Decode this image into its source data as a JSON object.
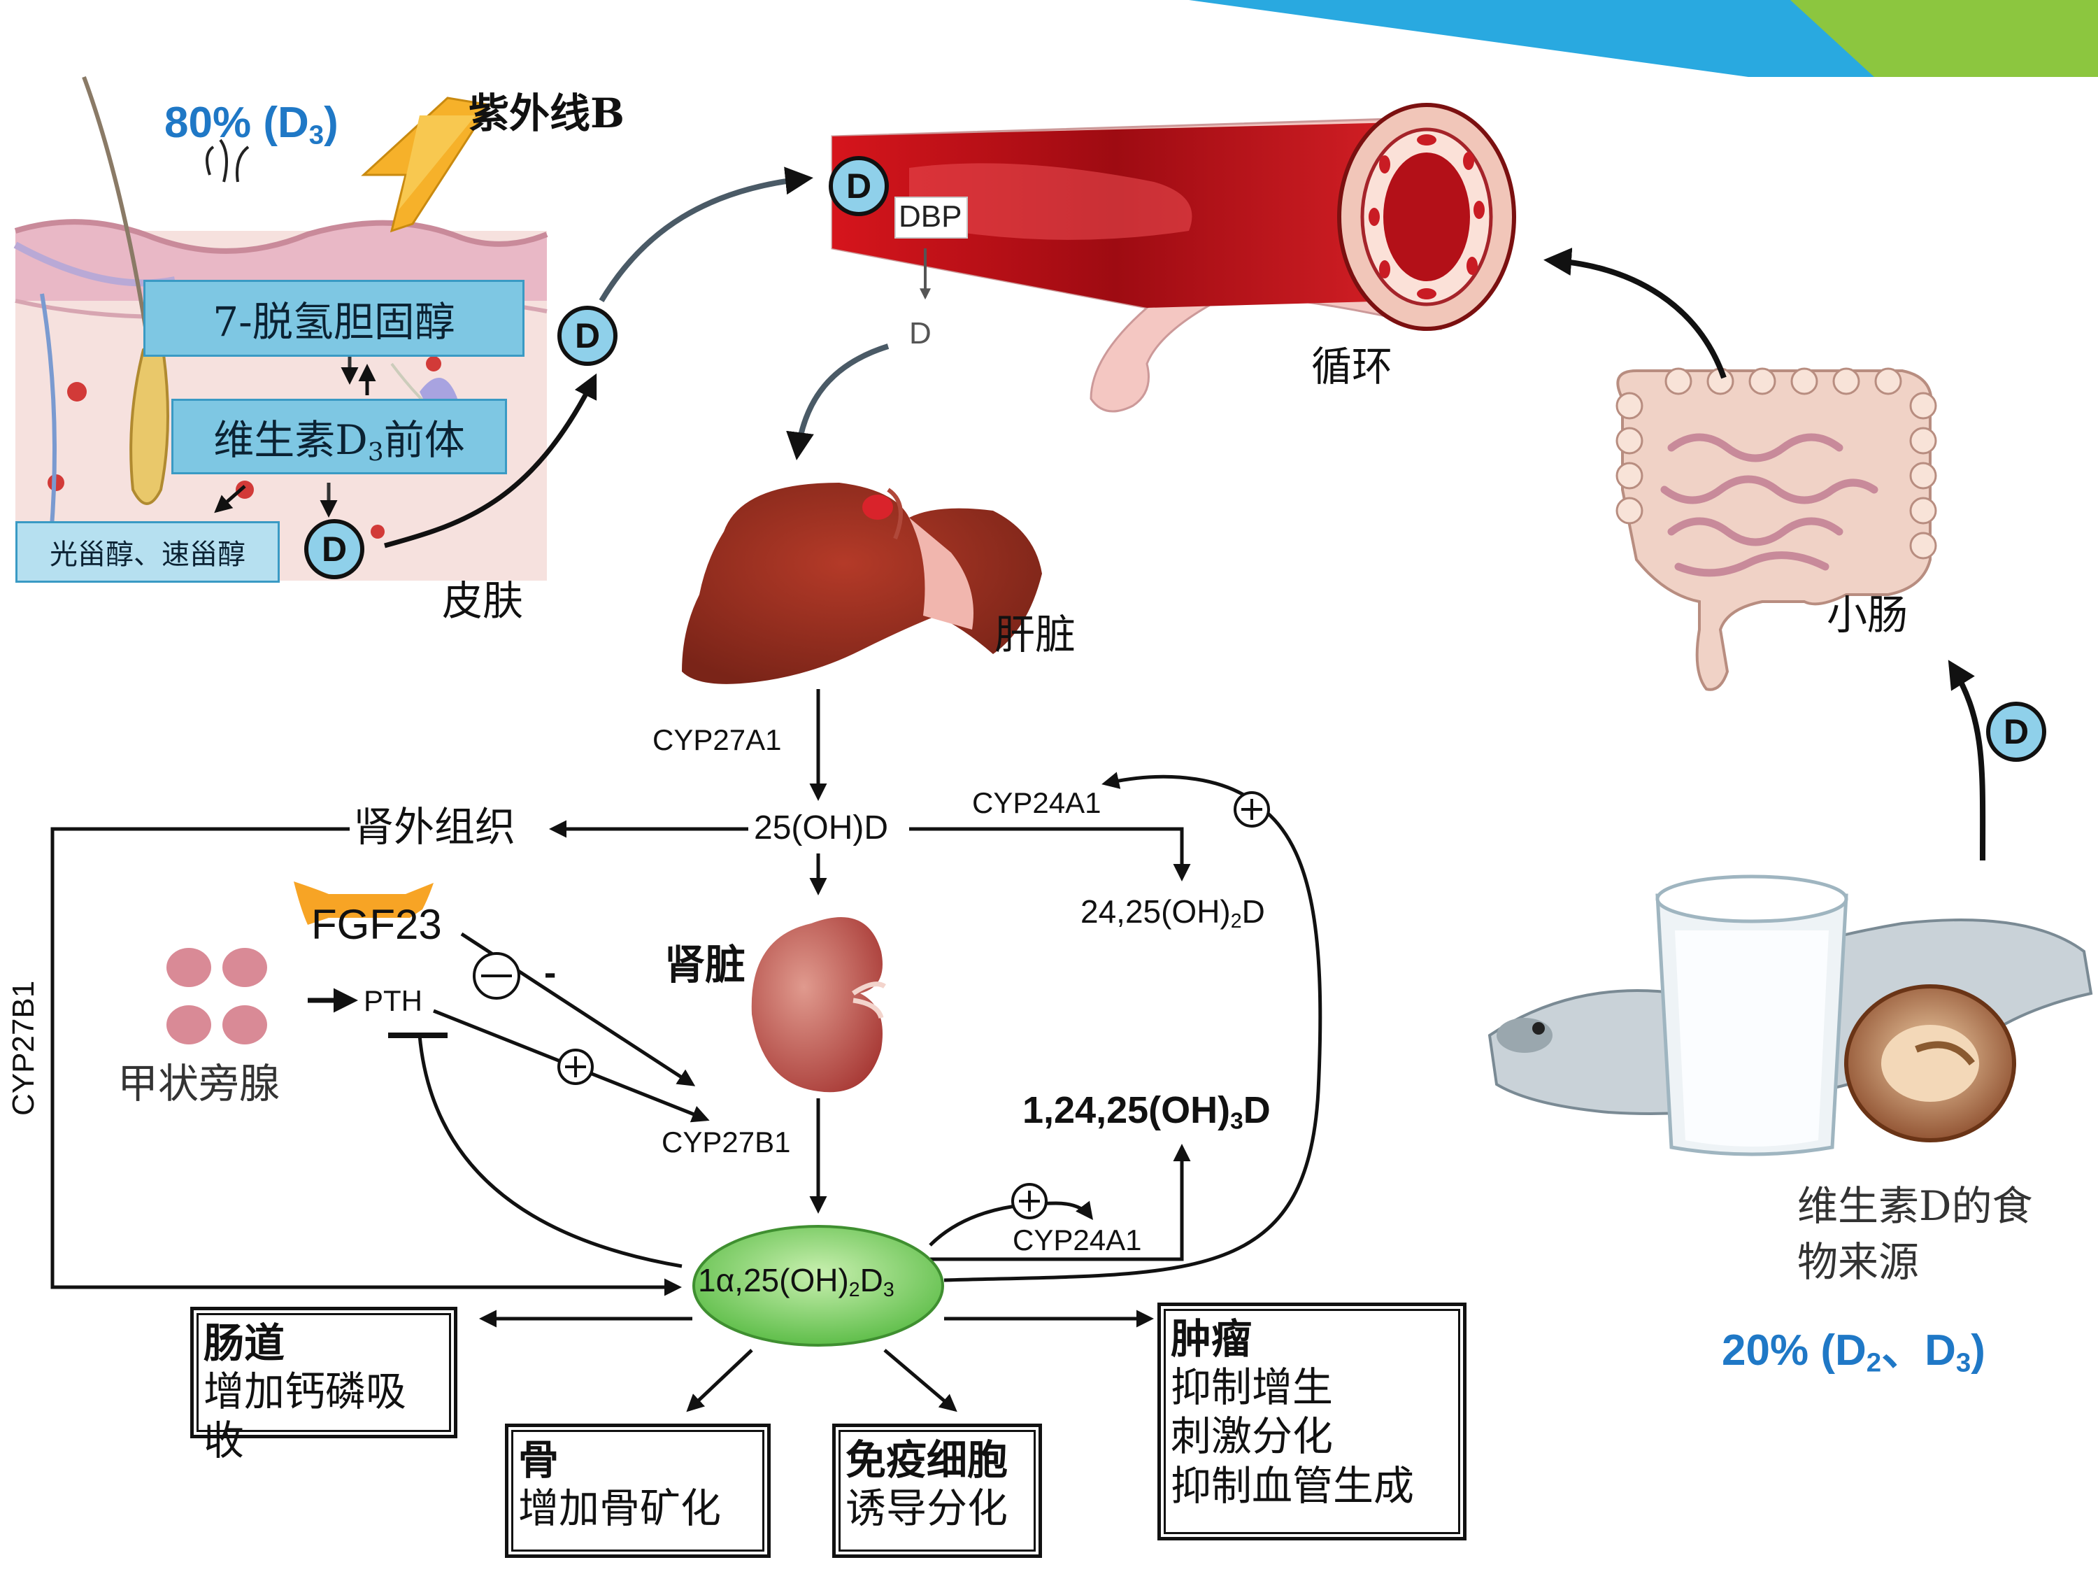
{
  "skin": {
    "uv_label": "紫外线B",
    "percent_prefix": "80% (D",
    "percent_sub": "3",
    "percent_suffix": ")",
    "dehydro": "7-脱氢胆固醇",
    "previt_a": "维生素D",
    "previt_sub": "3",
    "previt_b": "前体",
    "lumi": "光甾醇、速甾醇",
    "label": "皮肤"
  },
  "circulation": {
    "dbp": "DBP",
    "d_small": "D",
    "label": "循环"
  },
  "d_ball": "D",
  "liver": {
    "label": "肝脏",
    "enzyme": "CYP27A1"
  },
  "metabolites": {
    "oh25": "25(OH)D",
    "oh2425_a": "24,25(OH)",
    "oh2425_sub": "2",
    "oh2425_b": "D",
    "oh12425_a": "1,24,25(OH)",
    "oh12425_sub": "3",
    "oh12425_b": "D",
    "calcitriol_a": "1α,25(OH)",
    "calcitriol_sub1": "2",
    "calcitriol_b": "D",
    "calcitriol_sub2": "3"
  },
  "enzymes": {
    "cyp24_top": "CYP24A1",
    "cyp24_bottom": "CYP24A1",
    "cyp27b1_side": "CYP27B1",
    "cyp27b1_kidney": "CYP27B1"
  },
  "extrarenal": "肾外组织",
  "kidney_label": "肾脏",
  "fgf23": "FGF23",
  "minus": "-",
  "pth": "PTH",
  "parathyroid": "甲状旁腺",
  "intestine_label": "小肠",
  "food": {
    "line1": "维生素D的食",
    "line2": "物来源",
    "pct_prefix": "20% (D",
    "pct_sub1": "2",
    "pct_mid": "、D",
    "pct_sub2": "3",
    "pct_suffix": ")"
  },
  "targets": {
    "gut": {
      "title": "肠道",
      "lines": [
        "增加钙磷吸收"
      ]
    },
    "bone": {
      "title": "骨",
      "lines": [
        "增加骨矿化"
      ]
    },
    "immune": {
      "title": "免疫细胞",
      "lines": [
        "诱导分化"
      ]
    },
    "tumor": {
      "title": "肿瘤",
      "lines": [
        "抑制增生",
        "刺激分化",
        "抑制血管生成"
      ]
    }
  },
  "colors": {
    "accent_blue": "#1f78c6",
    "calcitriol_green": "#7fd46a",
    "vessel_red": "#c0141b",
    "liver_brown": "#8b2a1e"
  }
}
